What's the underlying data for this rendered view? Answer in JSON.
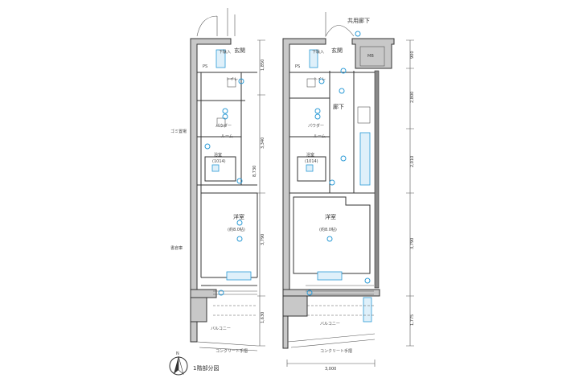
{
  "labels": {
    "common_corridor": "共用廊下",
    "entrance": "玄関",
    "shoe_box": "下駄入",
    "ps": "PS",
    "mb": "MB",
    "toilet": "トイレ",
    "powder_room_1": "パウダー",
    "powder_room_2": "ルーム",
    "bath": "浴室",
    "bath_size": "(1014)",
    "hallway": "廊下",
    "western_room": "洋室",
    "western_room_size": "(約8.0帖)",
    "balcony": "バルコニー",
    "handrail": "コンクリート手摺",
    "garbage": "ゴミ置場",
    "storage": "書倉庫",
    "partial_plan": "1階部分図",
    "north": "N"
  },
  "dimensions": {
    "left": [
      "1,850",
      "3,340",
      "8,730",
      "3,790",
      "1,630"
    ],
    "right": [
      "900",
      "2,800",
      "2,010",
      "3,790",
      "1,775"
    ],
    "bottom": "3,000"
  }
}
